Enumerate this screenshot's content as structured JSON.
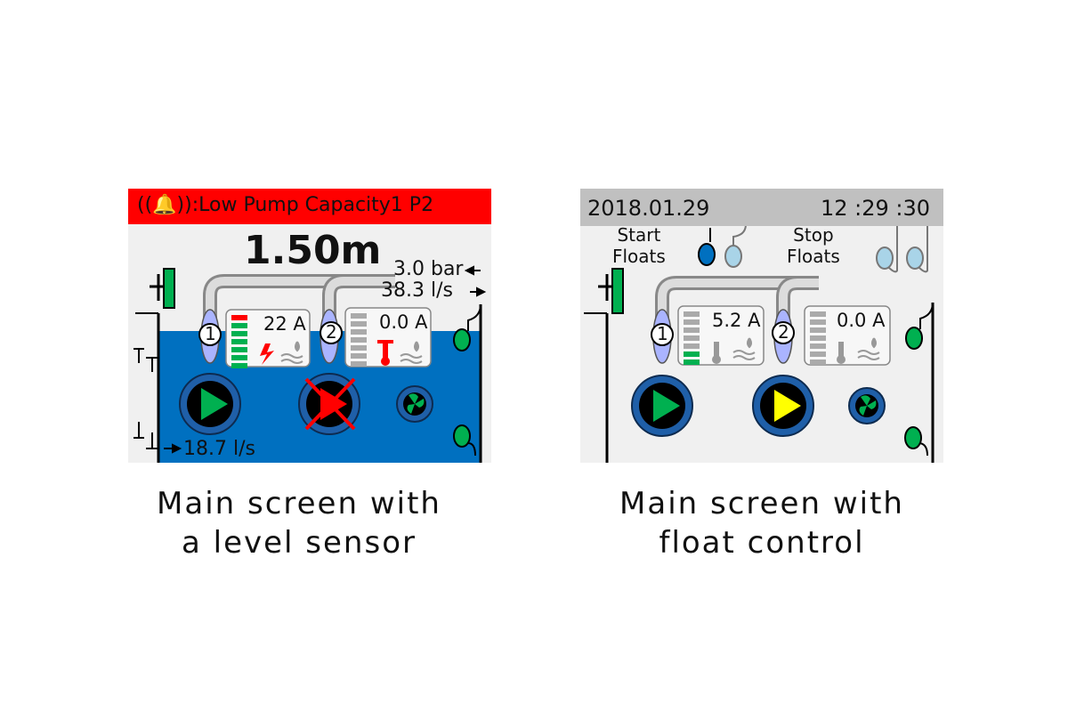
{
  "left_screen": {
    "alarm_text": "((🔔)):Low Pump Capacity1 P2",
    "level": "1.50m",
    "pressure": "3.0 bar",
    "flow_out": "38.3 l/s",
    "flow_in": "18.7  l/s",
    "pumps": [
      {
        "number": "1",
        "current": "22 A",
        "state": "running",
        "level_fraction": 0.86
      },
      {
        "number": "2",
        "current": "0.0 A",
        "state": "fault",
        "level_fraction": 0
      }
    ]
  },
  "right_screen": {
    "date": "2018.01.29",
    "time": "12 :29 :30",
    "start_floats_label": "Start\nFloats",
    "stop_floats_label": "Stop\nFloats",
    "pumps": [
      {
        "number": "1",
        "current": "5.2 A",
        "state": "running",
        "level_fraction": 0.29
      },
      {
        "number": "2",
        "current": "0.0 A",
        "state": "standby",
        "level_fraction": 0
      }
    ]
  },
  "captions": {
    "left": "Main screen with\na level sensor",
    "right": "Main screen with\nfloat control"
  },
  "colors": {
    "alarm": "#ff0000",
    "water": "#0070c0",
    "run": "#00b050",
    "standby": "#ffff00",
    "fault": "#ff0000",
    "header": "#c0c0c0"
  },
  "icons": {
    "bell": "alarm-bell-icon",
    "play": "play-icon",
    "fan": "fan-icon",
    "thermometer": "thermometer-icon",
    "moisture": "moisture-icon",
    "lightning": "lightning-icon",
    "float": "float-icon"
  }
}
